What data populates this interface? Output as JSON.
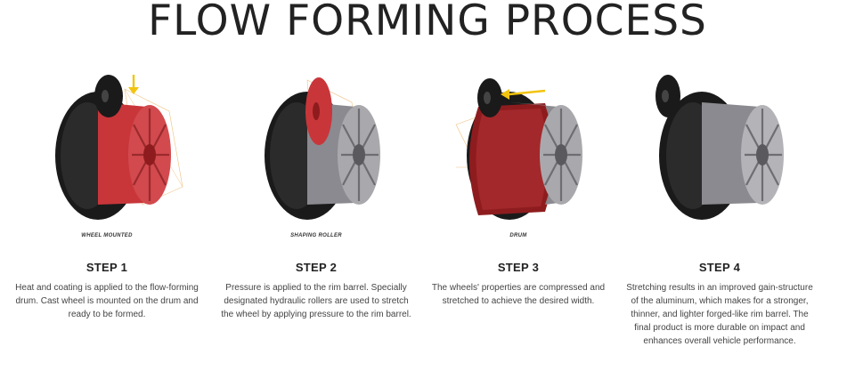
{
  "title": "FLOW FORMING PROCESS",
  "steps": [
    {
      "caption": "WHEEL MOUNTED",
      "title": "STEP 1",
      "description": "Heat and coating is applied to the flow-forming drum. Cast wheel is mounted on the drum and ready to be formed."
    },
    {
      "caption": "SHAPING ROLLER",
      "title": "STEP 2",
      "description": "Pressure is applied to the rim barrel. Specially designated hydraulic rollers are used to stretch the wheel by applying pressure to the rim barrel."
    },
    {
      "caption": "DRUM",
      "title": "STEP 3",
      "description": "The wheels' properties are compressed and stretched to achieve the desired width."
    },
    {
      "caption": "",
      "title": "STEP 4",
      "description": "Stretching results in an improved gain-structure of the aluminum, which makes for a stronger, thinner, and lighter forged-like rim barrel. The final product is more durable on impact and enhances overall vehicle performance."
    }
  ],
  "colors": {
    "tire": "#1a1a1a",
    "red": "#c8363a",
    "dark_red": "#8e1c1e",
    "silver": "#a9a9ad",
    "arrow": "#f1c40f"
  }
}
